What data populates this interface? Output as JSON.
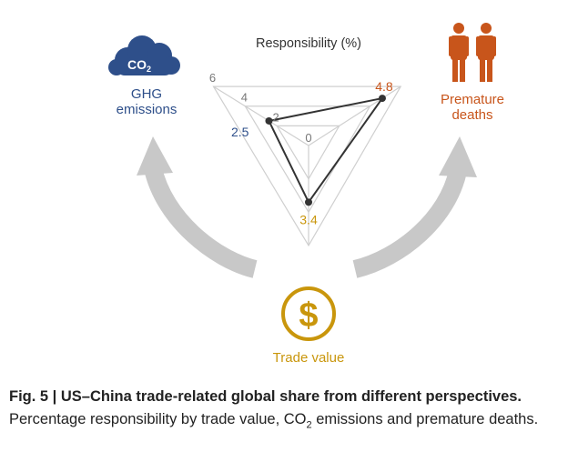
{
  "chart_data": {
    "type": "radar",
    "title": "Responsibility (%)",
    "axes": [
      {
        "label": "Trade value",
        "value": 3.4,
        "color": "#c9960c"
      },
      {
        "label_lines": [
          "GHG",
          "emissions"
        ],
        "value": 2.5,
        "color": "#2e4f8a",
        "icon_text": "CO2"
      },
      {
        "label_lines": [
          "Premature",
          "deaths"
        ],
        "value": 4.8,
        "color": "#c8551b"
      }
    ],
    "range": [
      0,
      6
    ],
    "ticks": [
      0,
      2,
      4,
      6
    ],
    "colors": {
      "line": "#333333",
      "grid": "#cfcfcf",
      "arrow": "#c8c8c8"
    }
  },
  "caption": {
    "bold": "Fig. 5 | US–China trade-related global share from different perspectives.",
    "text_before_sub": " Percentage responsibility by trade value, CO",
    "sub": "2",
    "text_after_sub": " emissions and premature deaths."
  }
}
